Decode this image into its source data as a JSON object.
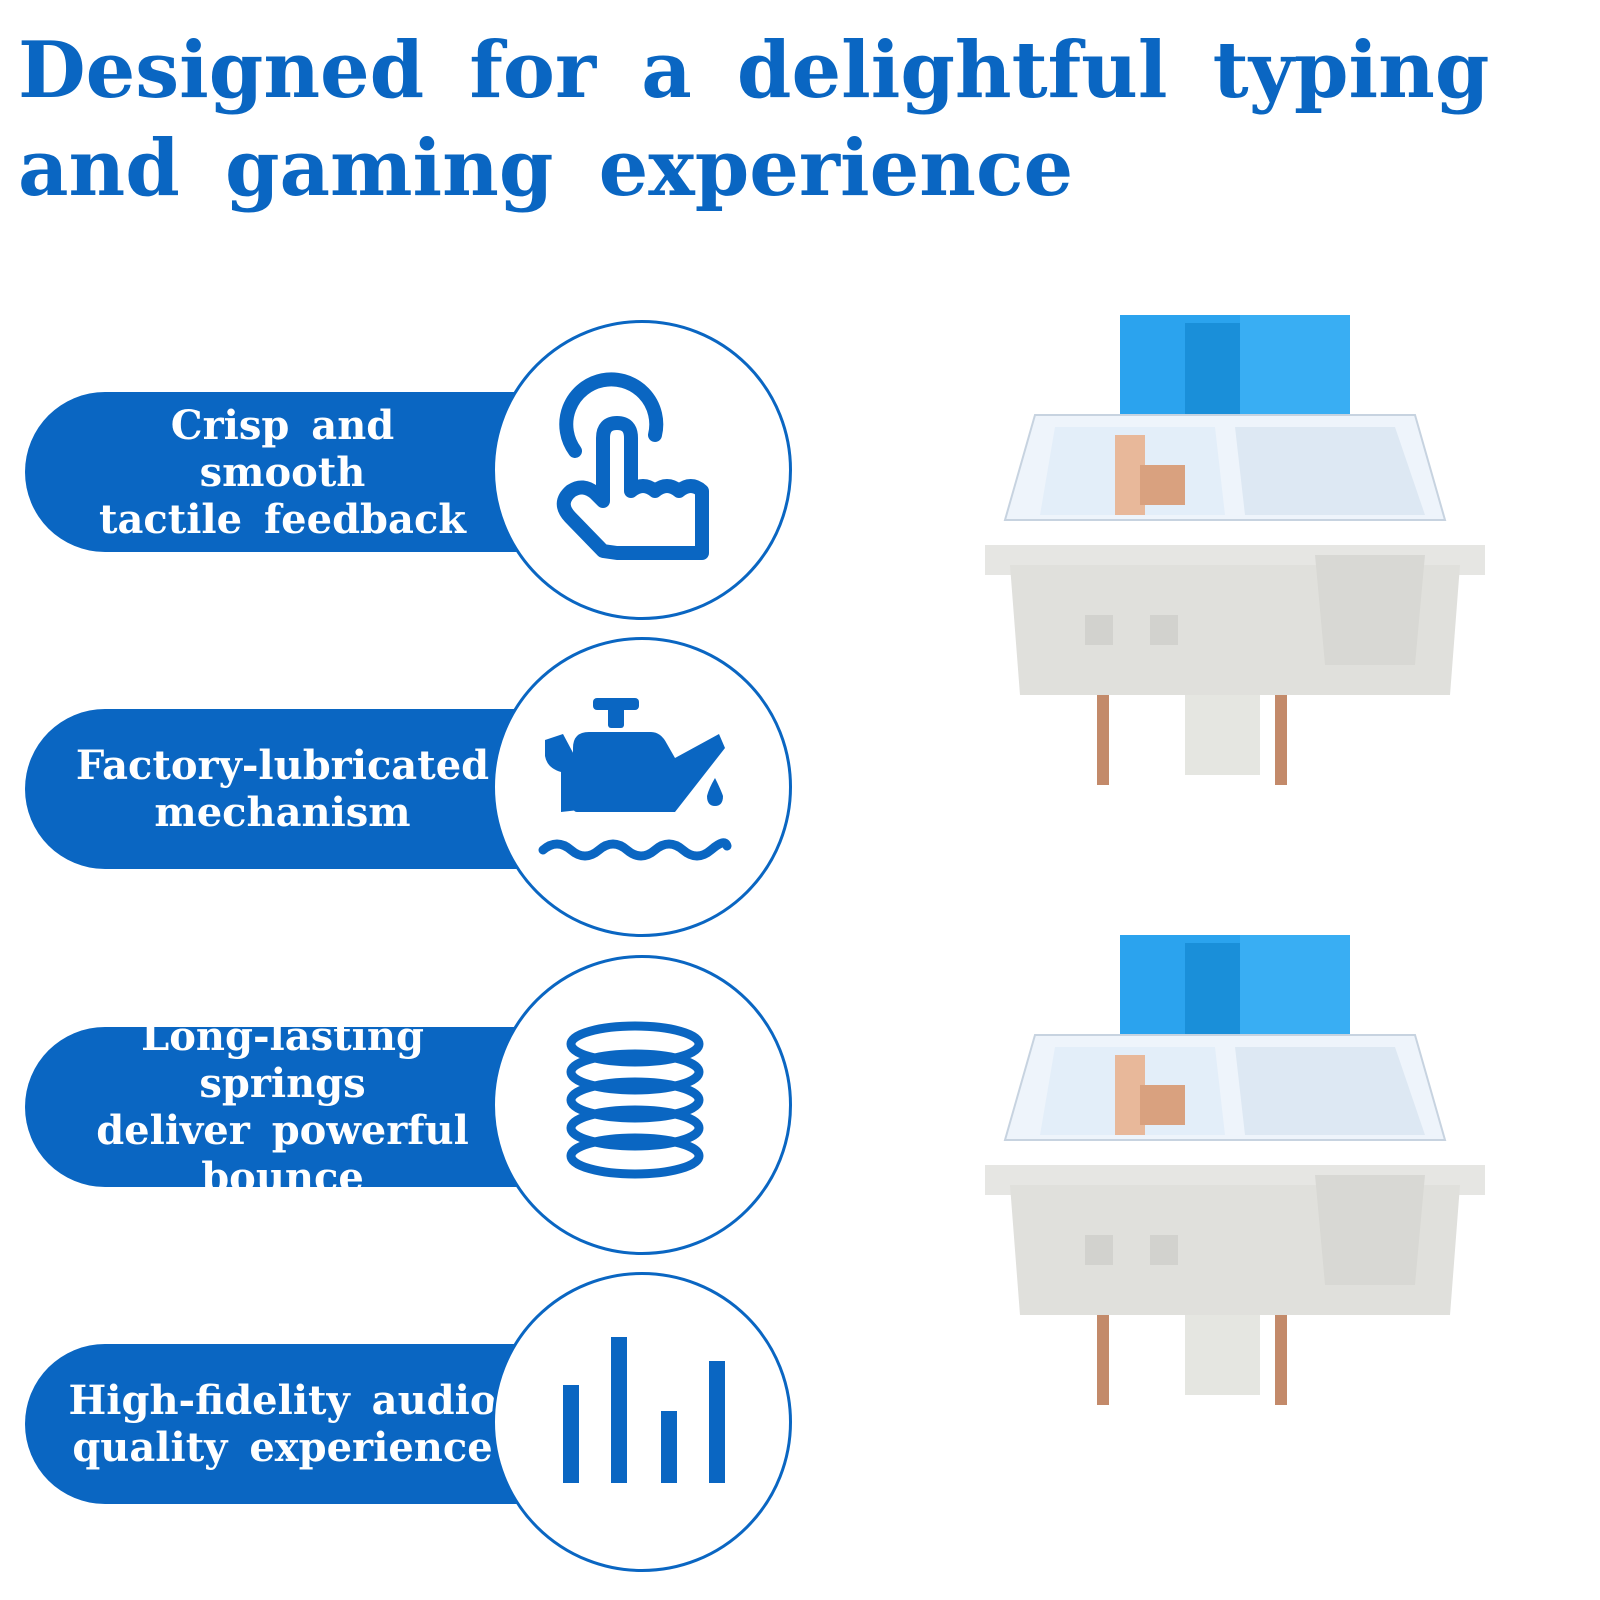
{
  "headline": "Designed for a delightful typing and gaming experience",
  "features": [
    {
      "label": "Crisp and\nsmooth\ntactile feedback",
      "icon": "tap-hand-icon"
    },
    {
      "label": "Factory-lubricated\nmechanism",
      "icon": "oil-can-icon"
    },
    {
      "label": "Long-lasting springs\ndeliver powerful\nbounce",
      "icon": "spring-coil-icon"
    },
    {
      "label": "High-fidelity audio\nquality experience",
      "icon": "audio-bars-icon"
    }
  ],
  "product_images": [
    "blue-switch-image",
    "blue-switch-image"
  ],
  "colors": {
    "brand_blue": "#0a66c2",
    "stem_blue": "#2ba3ee",
    "housing_grey": "#e6e6e3"
  }
}
